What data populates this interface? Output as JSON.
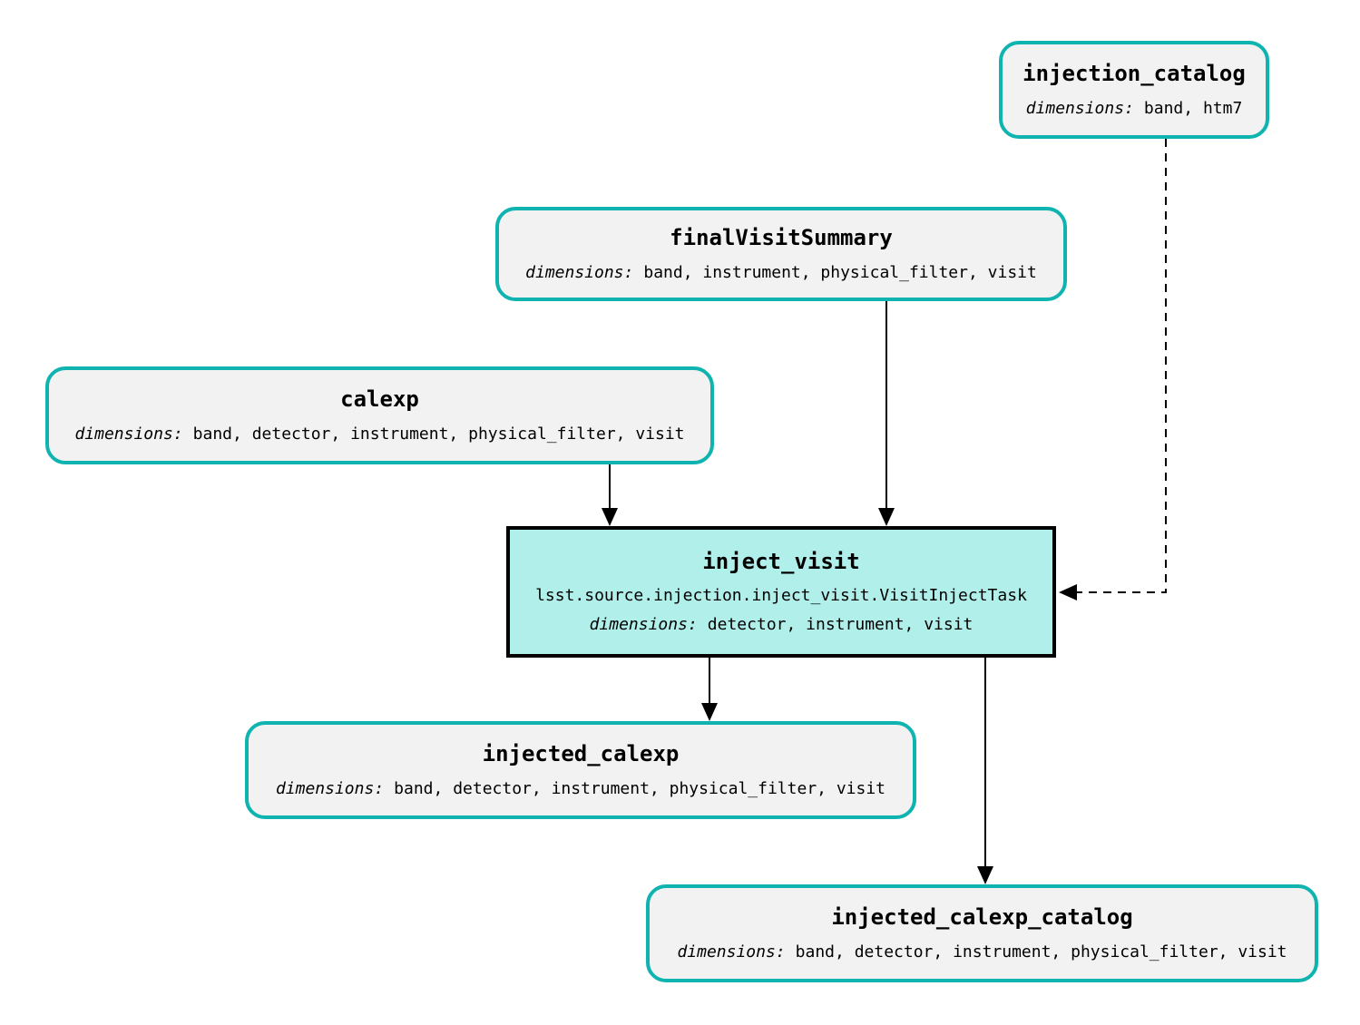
{
  "diagram": {
    "type": "pipeline-task-graph",
    "colors": {
      "dataset_border": "#0fb4b0",
      "dataset_fill": "#f2f2f2",
      "task_border": "#000000",
      "task_fill": "#b1f0ea",
      "edge": "#000000",
      "text": "#000000",
      "background": "#ffffff"
    },
    "nodes": {
      "injection_catalog": {
        "kind": "dataset",
        "title": "injection_catalog",
        "dimensions_label": "dimensions:",
        "dimensions": "band, htm7"
      },
      "finalVisitSummary": {
        "kind": "dataset",
        "title": "finalVisitSummary",
        "dimensions_label": "dimensions:",
        "dimensions": "band, instrument, physical_filter, visit"
      },
      "calexp": {
        "kind": "dataset",
        "title": "calexp",
        "dimensions_label": "dimensions:",
        "dimensions": "band, detector, instrument, physical_filter, visit"
      },
      "inject_visit": {
        "kind": "task",
        "title": "inject_visit",
        "task_class": "lsst.source.injection.inject_visit.VisitInjectTask",
        "dimensions_label": "dimensions:",
        "dimensions": "detector, instrument, visit"
      },
      "injected_calexp": {
        "kind": "dataset",
        "title": "injected_calexp",
        "dimensions_label": "dimensions:",
        "dimensions": "band, detector, instrument, physical_filter, visit"
      },
      "injected_calexp_catalog": {
        "kind": "dataset",
        "title": "injected_calexp_catalog",
        "dimensions_label": "dimensions:",
        "dimensions": "band, detector, instrument, physical_filter, visit"
      }
    },
    "edges": [
      {
        "from": "calexp",
        "to": "inject_visit",
        "style": "solid"
      },
      {
        "from": "finalVisitSummary",
        "to": "inject_visit",
        "style": "solid"
      },
      {
        "from": "injection_catalog",
        "to": "inject_visit",
        "style": "dashed"
      },
      {
        "from": "inject_visit",
        "to": "injected_calexp",
        "style": "solid"
      },
      {
        "from": "inject_visit",
        "to": "injected_calexp_catalog",
        "style": "solid"
      }
    ]
  }
}
